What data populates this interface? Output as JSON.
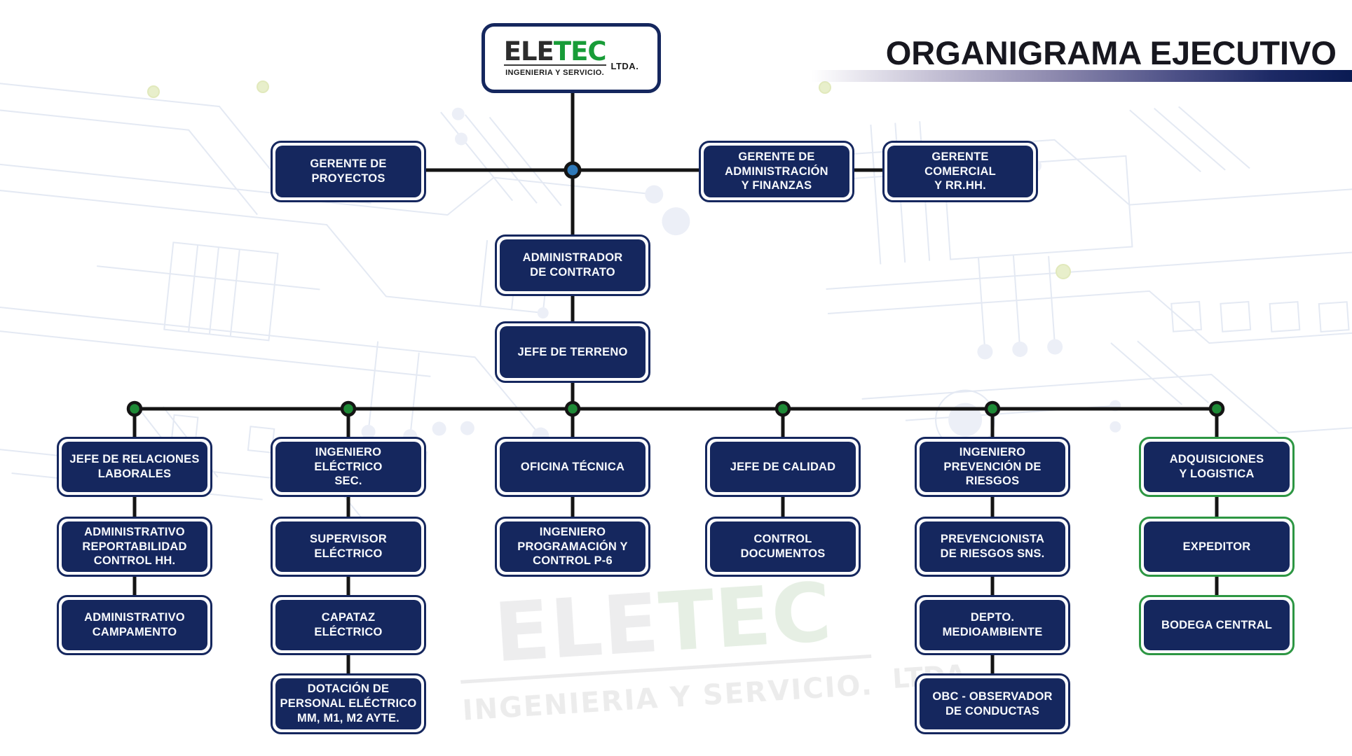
{
  "header": {
    "title": "ORGANIGRAMA EJECUTIVO"
  },
  "brand": {
    "name_dark": "ELE",
    "name_green": "TEC",
    "suffix": "LTDA.",
    "tagline": "INGENIERIA Y SERVICIO."
  },
  "colors": {
    "navy": "#15275e",
    "green_border": "#2d9643",
    "dot_green": "#1e8a36",
    "dot_blue": "#2e78b8",
    "line": "#141414",
    "title": "#17171f",
    "brand_green": "#189c38",
    "brand_dark": "#2d2d2d"
  },
  "org": {
    "executives": [
      "GERENTE DE\nPROYECTOS",
      "GERENTE DE\nADMINISTRACIÓN\nY FINANZAS",
      "GERENTE\nCOMERCIAL\nY RR.HH."
    ],
    "chain": [
      "ADMINISTRADOR\nDE CONTRATO",
      "JEFE DE TERRENO"
    ],
    "columns": [
      {
        "name": "relaciones-laborales",
        "accent": "navy",
        "boxes": [
          "JEFE DE RELACIONES\nLABORALES",
          "ADMINISTRATIVO\nREPORTABILIDAD\nCONTROL HH.",
          "ADMINISTRATIVO\nCAMPAMENTO"
        ]
      },
      {
        "name": "electrico",
        "accent": "navy",
        "boxes": [
          "INGENIERO\nELÉCTRICO\nSEC.",
          "SUPERVISOR\nELÉCTRICO",
          "CAPATAZ\nELÉCTRICO",
          "DOTACIÓN DE\nPERSONAL ELÉCTRICO\nMM, M1, M2 AYTE."
        ]
      },
      {
        "name": "oficina-tecnica",
        "accent": "navy",
        "boxes": [
          "OFICINA TÉCNICA",
          "INGENIERO\nPROGRAMACIÓN Y\nCONTROL P-6"
        ]
      },
      {
        "name": "calidad",
        "accent": "navy",
        "boxes": [
          "JEFE DE CALIDAD",
          "CONTROL\nDOCUMENTOS"
        ]
      },
      {
        "name": "prevencion-riesgos",
        "accent": "navy",
        "boxes": [
          "INGENIERO\nPREVENCIÓN DE\nRIESGOS",
          "PREVENCIONISTA\nDE RIESGOS SNS.",
          "DEPTO.\nMEDIOAMBIENTE",
          "OBC - OBSERVADOR\nDE CONDUCTAS"
        ]
      },
      {
        "name": "adquisiciones",
        "accent": "green",
        "boxes": [
          "ADQUISICIONES\nY LOGISTICA",
          "EXPEDITOR",
          "BODEGA CENTRAL"
        ]
      }
    ]
  }
}
